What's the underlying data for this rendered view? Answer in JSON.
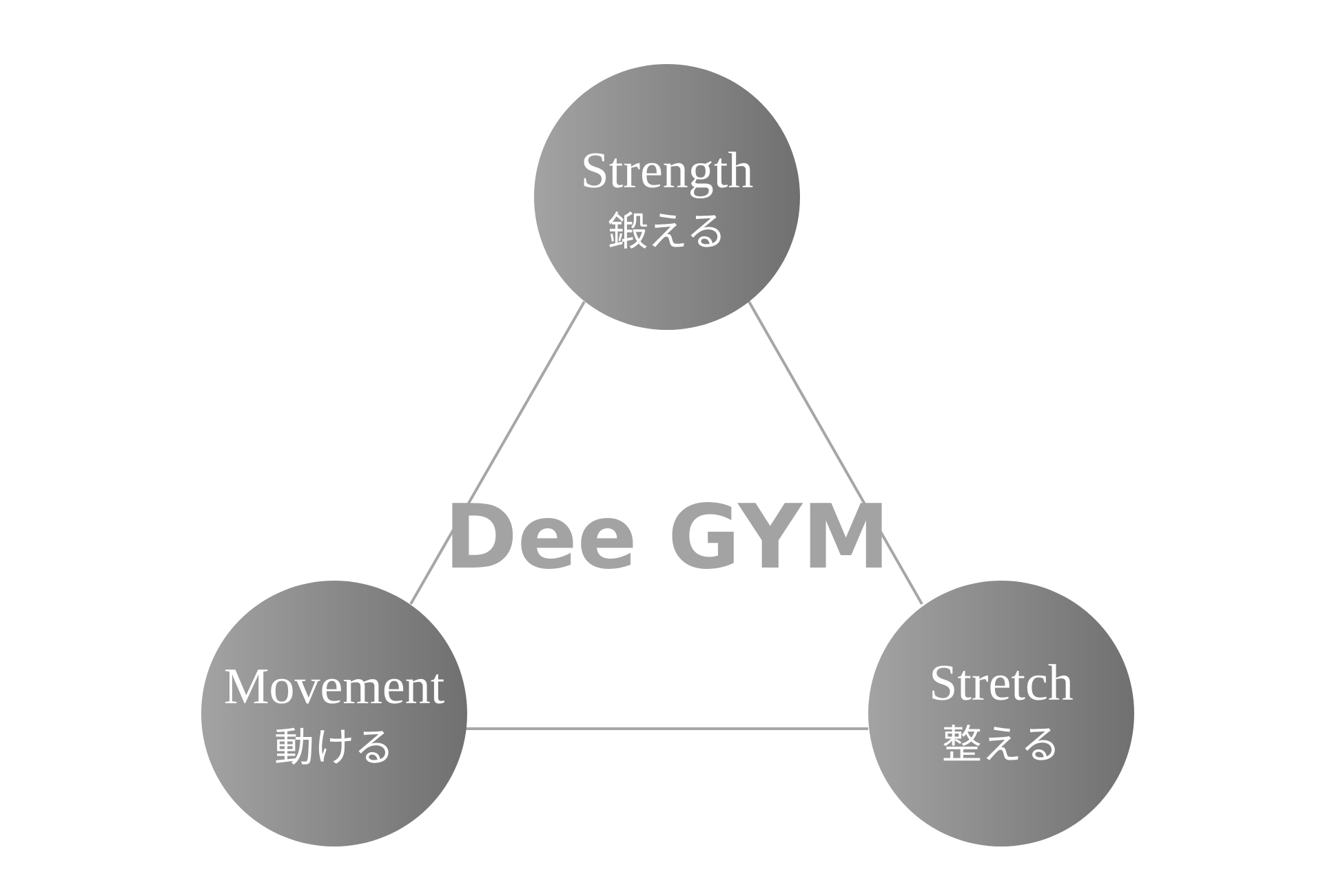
{
  "colors": {
    "background": "#ffffff",
    "circle_gradient_light": "#a3a3a3",
    "circle_gradient_dark": "#707070",
    "connector": "#a6a6a6",
    "title": "#a3a3a3",
    "label": "#ffffff"
  },
  "center": {
    "title": "Dee GYM"
  },
  "nodes": {
    "strength": {
      "title_en": "Strength",
      "title_ja": "鍛える"
    },
    "movement": {
      "title_en": "Movement",
      "title_ja": "動ける"
    },
    "stretch": {
      "title_en": "Stretch",
      "title_ja": "整える"
    }
  },
  "edges": [
    {
      "from": "strength",
      "to": "movement"
    },
    {
      "from": "strength",
      "to": "stretch"
    },
    {
      "from": "movement",
      "to": "stretch"
    }
  ]
}
